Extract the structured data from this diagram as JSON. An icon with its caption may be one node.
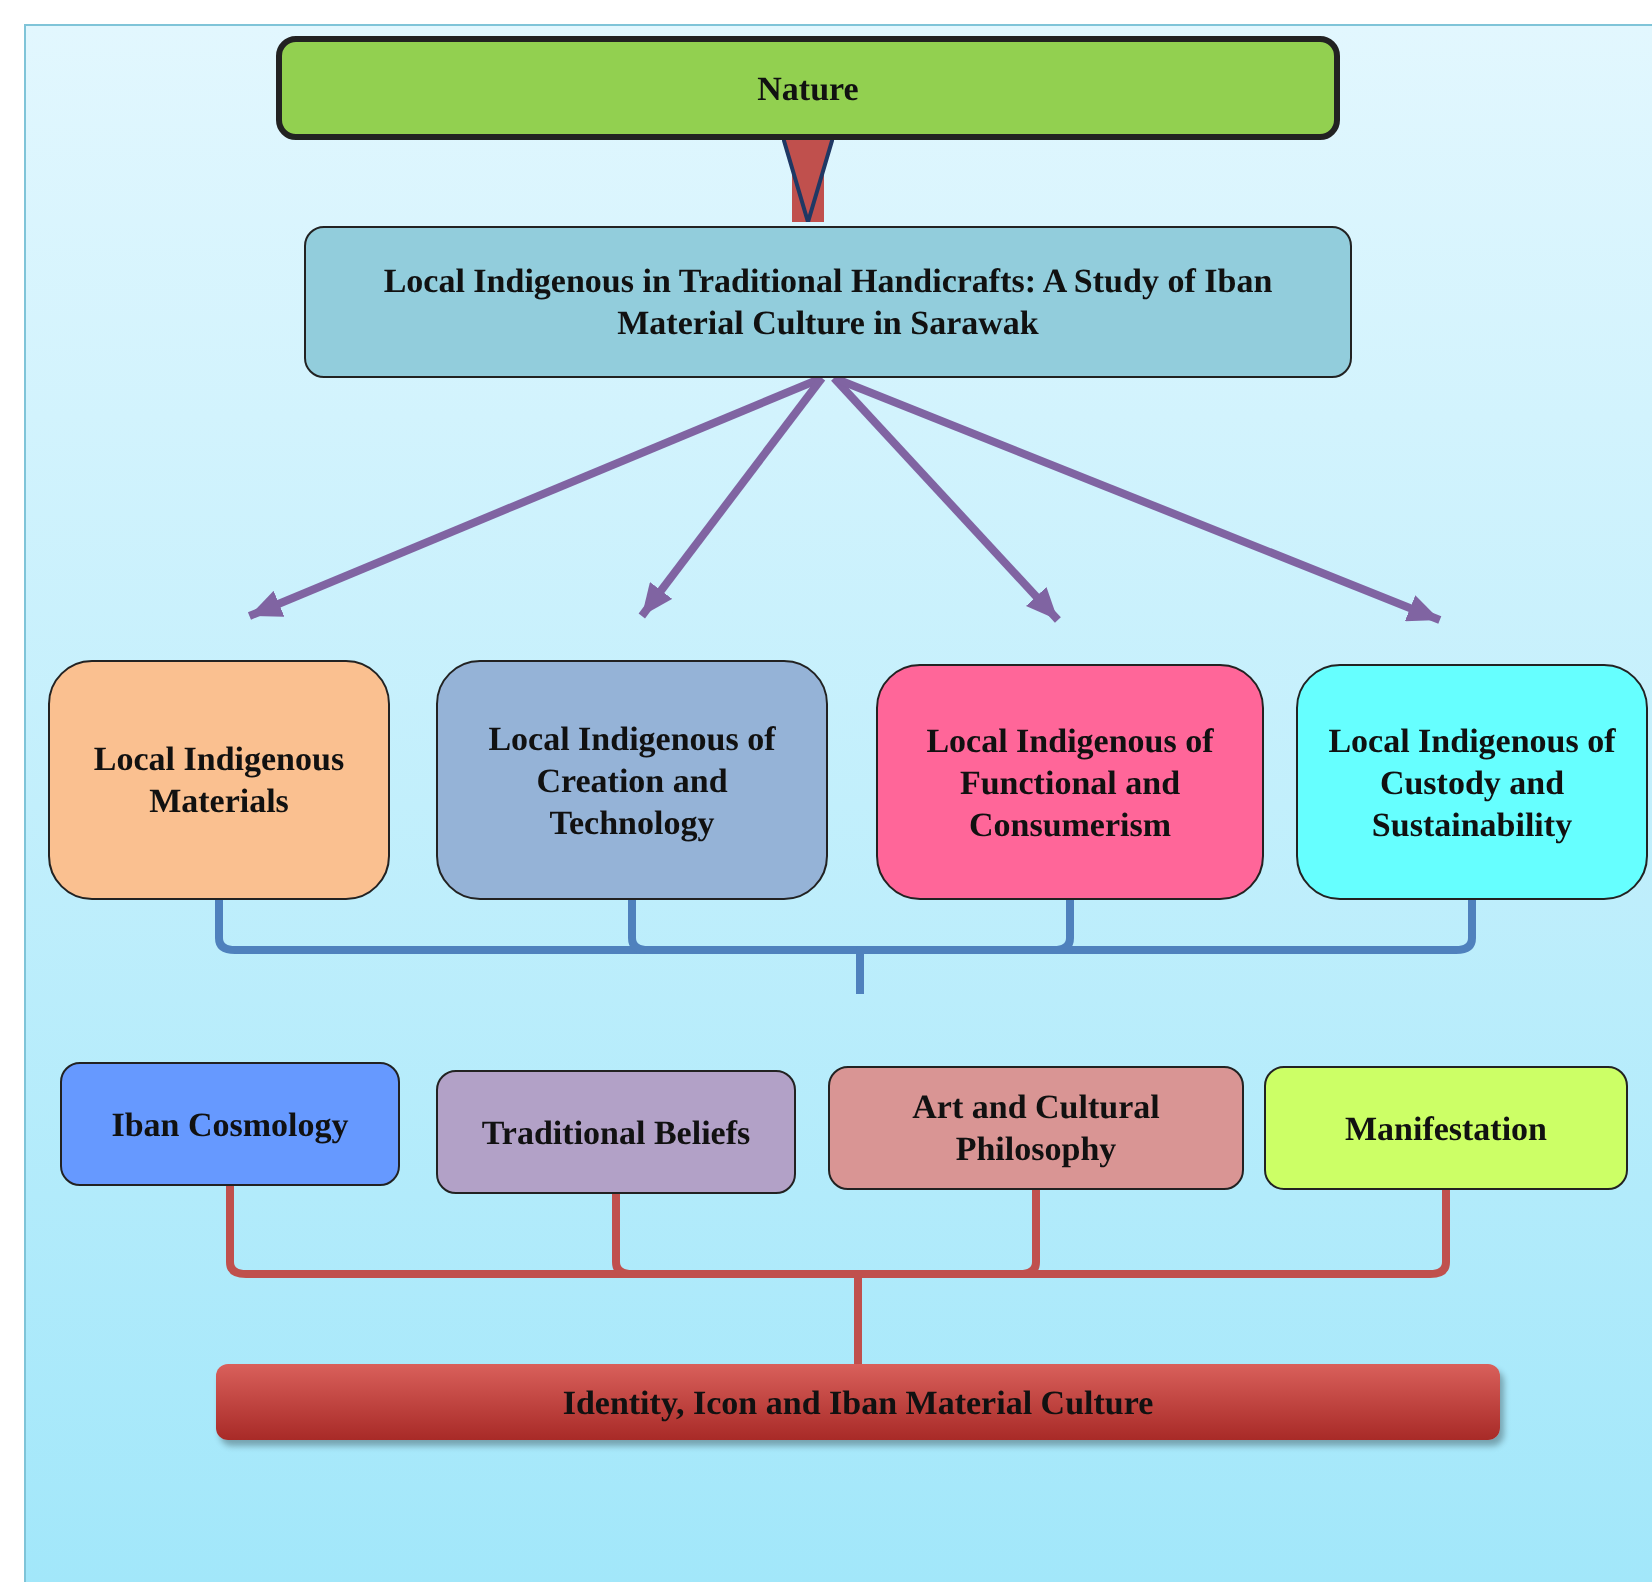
{
  "diagram": {
    "nodes": [
      {
        "text": [
          "Nature"
        ]
      },
      {
        "text": [
          "Local Indigenous in Traditional Handicrafts: A Study of Iban Material Culture in Sarawak"
        ]
      },
      {
        "text": [
          "Local Indigenous Materials"
        ]
      },
      {
        "text": [
          "Local Indigenous of Creation and Technology"
        ]
      },
      {
        "text": [
          "Local Indigenous of Functional and Consumerism"
        ]
      },
      {
        "text": [
          "Local Indigenous of Custody and Sustainability"
        ]
      },
      {
        "text": [
          "Iban Cosmology"
        ]
      },
      {
        "text": [
          "Traditional Beliefs"
        ]
      },
      {
        "text": [
          "Art and Cultural Philosophy"
        ]
      },
      {
        "text": [
          "Manifestation"
        ]
      },
      {
        "text": [
          "Identity, Icon and Iban Material Culture"
        ]
      }
    ],
    "edges": [
      {
        "from": 0,
        "to": 1,
        "arrow": "to",
        "style": "thick",
        "color": "#c0504d"
      },
      {
        "from": 1,
        "to": 2,
        "arrow": "to",
        "color": "#8064a2"
      },
      {
        "from": 1,
        "to": 3,
        "arrow": "to",
        "color": "#8064a2"
      },
      {
        "from": 1,
        "to": 4,
        "arrow": "to",
        "color": "#8064a2"
      },
      {
        "from": 1,
        "to": 5,
        "arrow": "to",
        "color": "#8064a2"
      },
      {
        "from": 2,
        "to": null,
        "arrow": "none",
        "color": "#4f81bd"
      },
      {
        "from": 3,
        "to": null,
        "arrow": "none",
        "color": "#4f81bd"
      },
      {
        "from": 4,
        "to": null,
        "arrow": "none",
        "color": "#4f81bd"
      },
      {
        "from": 5,
        "to": null,
        "arrow": "none",
        "color": "#4f81bd"
      },
      {
        "from": 6,
        "to": 10,
        "arrow": "none",
        "color": "#c0504d"
      },
      {
        "from": 7,
        "to": 10,
        "arrow": "none",
        "color": "#c0504d"
      },
      {
        "from": 8,
        "to": 10,
        "arrow": "none",
        "color": "#c0504d"
      },
      {
        "from": 9,
        "to": 10,
        "arrow": "none",
        "color": "#c0504d"
      }
    ]
  }
}
